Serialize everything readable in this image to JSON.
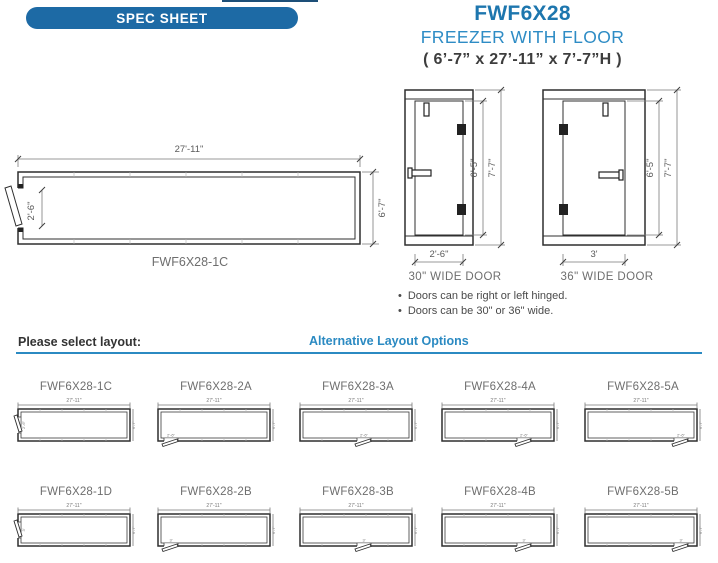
{
  "banner": {
    "label": "SPEC SHEET"
  },
  "header": {
    "model": "FWF6X28",
    "product": "FREEZER WITH FLOOR",
    "dimensions": "( 6’-7” x 27’-11” x 7’-7”H )"
  },
  "plan": {
    "label": "FWF6X28-1C",
    "width_dim": "27'-11\"",
    "depth_dim": "6'-7\"",
    "door_dim": "2'-6\""
  },
  "door_30": {
    "label": "30\" WIDE DOOR",
    "door_height_dim": "6'-5\"",
    "overall_height_dim": "7'-7\"",
    "width_dim": "2'-6\""
  },
  "door_36": {
    "label": "36\" WIDE DOOR",
    "door_height_dim": "6'-5\"",
    "overall_height_dim": "7'-7\"",
    "width_dim": "3'"
  },
  "notes": [
    "Doors can be right or left hinged.",
    "Doors can be 30\" or 36\" wide."
  ],
  "layout_section": {
    "prompt": "Please select layout:",
    "heading": "Alternative Layout Options"
  },
  "layouts": [
    {
      "label": "FWF6X28-1C",
      "top_dim": "27'-11\"",
      "side_dim": "6'-7\"",
      "door_dim": "2'-6\"",
      "door_position": "left-end"
    },
    {
      "label": "FWF6X28-2A",
      "top_dim": "27'-11\"",
      "side_dim": "6'-7\"",
      "door_dim": "2'-6\"",
      "door_position": "bottom-left"
    },
    {
      "label": "FWF6X28-3A",
      "top_dim": "27'-11\"",
      "side_dim": "6'-7\"",
      "door_dim": "2'-6\"",
      "door_position": "bottom-center"
    },
    {
      "label": "FWF6X28-4A",
      "top_dim": "27'-11\"",
      "side_dim": "6'-7\"",
      "door_dim": "2'-6\"",
      "door_position": "bottom-right-center"
    },
    {
      "label": "FWF6X28-5A",
      "top_dim": "27'-11\"",
      "side_dim": "6'-7\"",
      "door_dim": "2'-6\"",
      "door_position": "bottom-right"
    },
    {
      "label": "FWF6X28-1D",
      "top_dim": "27'-11\"",
      "side_dim": "6'-7\"",
      "door_dim": "3'",
      "door_position": "left-end"
    },
    {
      "label": "FWF6X28-2B",
      "top_dim": "27'-11\"",
      "side_dim": "6'-7\"",
      "door_dim": "3'",
      "door_position": "bottom-left"
    },
    {
      "label": "FWF6X28-3B",
      "top_dim": "27'-11\"",
      "side_dim": "6'-7\"",
      "door_dim": "3'",
      "door_position": "bottom-center"
    },
    {
      "label": "FWF6X28-4B",
      "top_dim": "27'-11\"",
      "side_dim": "6'-7\"",
      "door_dim": "3'",
      "door_position": "bottom-right-center"
    },
    {
      "label": "FWF6X28-5B",
      "top_dim": "27'-11\"",
      "side_dim": "6'-7\"",
      "door_dim": "3'",
      "door_position": "bottom-right"
    }
  ],
  "colors": {
    "banner_blue": "#1d6aa5",
    "accent_blue": "#2b8ac2",
    "model_blue": "#1d76ae",
    "line_dark": "#2f2f2f",
    "dim_gray": "#5a5a5a",
    "label_gray": "#6e6e6e"
  }
}
